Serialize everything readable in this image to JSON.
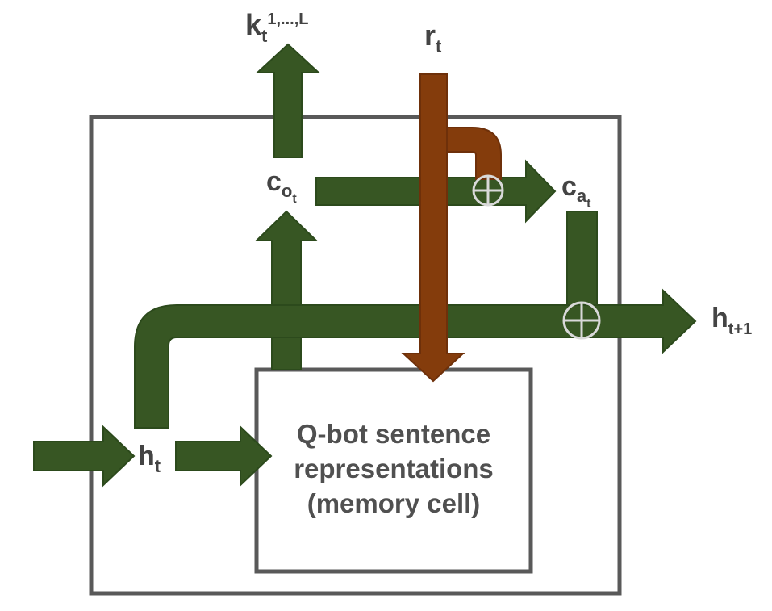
{
  "colors": {
    "green": "#375623",
    "green_edge": "#2c4a1c",
    "brown": "#843c0c",
    "brown_edge": "#6e300a",
    "box_stroke": "#595959",
    "label": "#444444",
    "oplus": "#d9d9d9"
  },
  "labels": {
    "k_base": "k",
    "k_sub": "t",
    "k_sup": "1,...,L",
    "r_base": "r",
    "r_sub": "t",
    "co_base": "c",
    "co_sub": "o",
    "co_subsub": "t",
    "ca_base": "c",
    "ca_sub": "a",
    "ca_subsub": "t",
    "h_base": "h",
    "h_sub": "t",
    "hn_base": "h",
    "hn_sub": "t+1"
  },
  "memory_cell": {
    "line1": "Q-bot sentence",
    "line2": "representations",
    "line3": "(memory cell)"
  },
  "operators": {
    "oplus_top": "oplus",
    "oplus_right": "oplus"
  }
}
